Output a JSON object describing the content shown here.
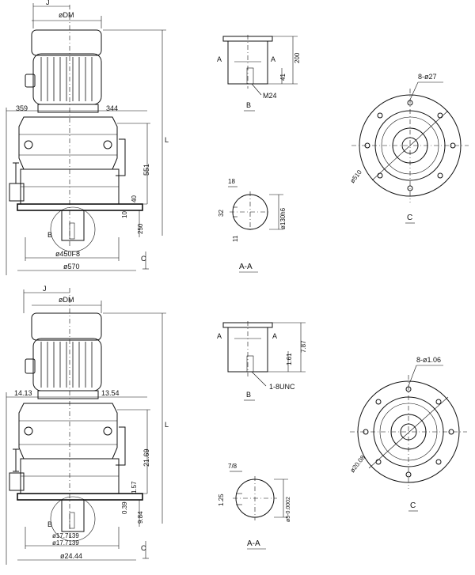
{
  "metric": {
    "motor_j": "J",
    "motor_dm": "øDM",
    "dim_359": "359",
    "dim_344": "344",
    "dim_551": "551",
    "dim_40": "40",
    "dim_10": "10",
    "dim_250": "250",
    "dim_L": "L",
    "dia_450": "ø450F8",
    "dia_570": "ø570",
    "label_c": "C",
    "label_b": "B",
    "shaft_a1": "A",
    "shaft_a2": "A",
    "shaft_200": "200",
    "shaft_41": "41",
    "shaft_thread": "M24",
    "shaft_b": "B",
    "sec_18": "18",
    "sec_32": "32",
    "sec_11": "11",
    "sec_130": "ø130h6",
    "sec_title": "A-A",
    "flange_holes": "8-ø27",
    "flange_pcd": "ø510",
    "flange_c": "C"
  },
  "imperial": {
    "motor_j": "J",
    "motor_dm": "øDM",
    "dim_1413": "14.13",
    "dim_1354": "13.54",
    "dim_2169": "21.69",
    "dim_157": "1.57",
    "dim_039": "0.39",
    "dim_984": "9.84",
    "dim_L": "L",
    "dia_177139a": "ø17.7139",
    "dia_177139b": "ø17.7139",
    "dia_2444": "ø24.44",
    "label_c": "C",
    "label_b": "B",
    "shaft_a1": "A",
    "shaft_a2": "A",
    "shaft_787": "7.87",
    "shaft_161": "1.61",
    "shaft_thread": "1-8UNC",
    "shaft_b": "B",
    "sec_78": "7/8",
    "sec_125": "1.25",
    "sec_5": "ø5-0.0002",
    "sec_title": "A-A",
    "flange_holes": "8-ø1.06",
    "flange_pcd": "ø20.08",
    "flange_c": "C"
  }
}
